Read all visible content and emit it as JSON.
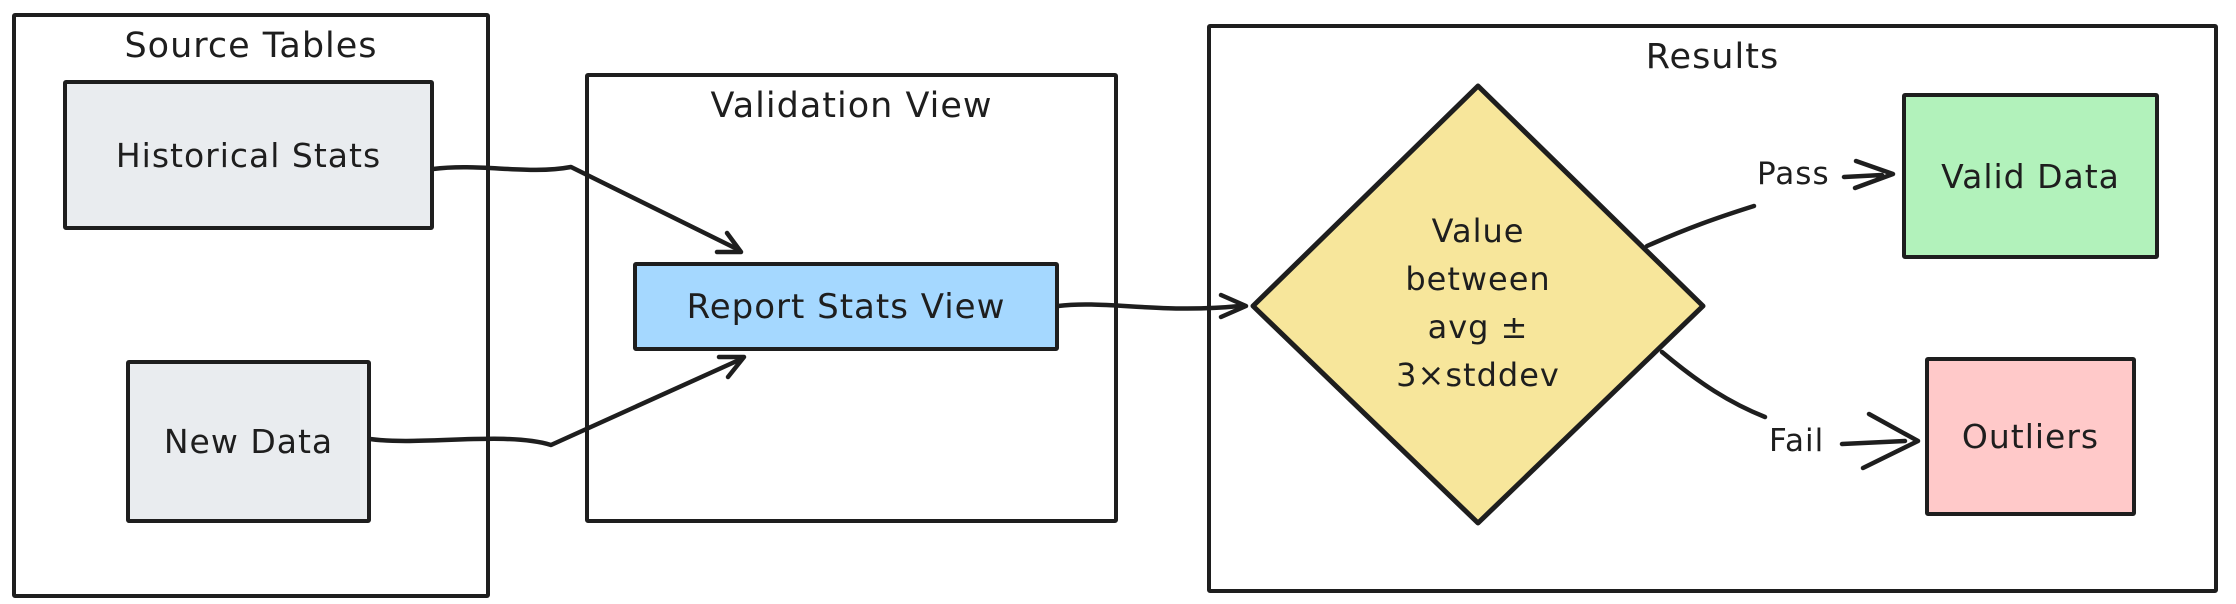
{
  "diagram": {
    "background": "#ffffff",
    "stroke_color": "#1e1e1e",
    "containers": {
      "source_tables": {
        "title": "Source Tables"
      },
      "validation_view": {
        "title": "Validation View"
      },
      "results": {
        "title": "Results"
      }
    },
    "nodes": {
      "historical_stats": {
        "label": "Historical Stats",
        "fill": "#e9ecef"
      },
      "new_data": {
        "label": "New Data",
        "fill": "#e9ecef"
      },
      "report_stats_view": {
        "label": "Report Stats View",
        "fill": "#a5d8ff"
      },
      "decision_diamond": {
        "lines": [
          "Value",
          "between",
          "avg ±",
          "3×stddev"
        ],
        "fill": "#f7e69b"
      },
      "valid_data": {
        "label": "Valid Data",
        "fill": "#b2f2bb"
      },
      "outliers": {
        "label": "Outliers",
        "fill": "#ffc9c9"
      }
    },
    "edge_labels": {
      "pass": "Pass",
      "fail": "Fail"
    }
  }
}
